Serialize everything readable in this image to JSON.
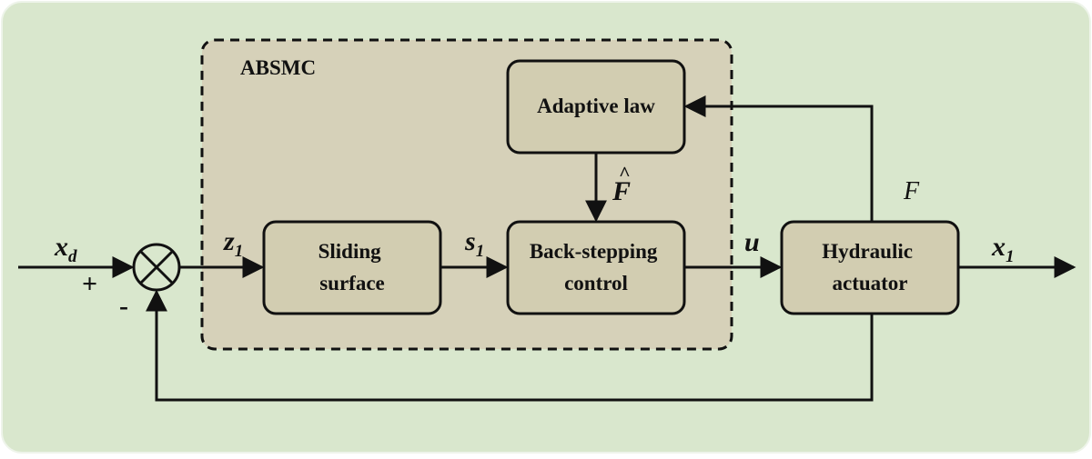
{
  "colors": {
    "background": "#d9e7cd",
    "controller_region": "#d6d1b9",
    "block_fill": "#d2cdb1",
    "stroke": "#111111"
  },
  "controller": {
    "title": "ABSMC"
  },
  "blocks": {
    "adaptive_law": [
      "Adaptive law"
    ],
    "sliding_surface": [
      "Sliding",
      "surface"
    ],
    "backstepping": [
      "Back-stepping",
      "control"
    ],
    "hydraulic": [
      "Hydraulic",
      "actuator"
    ]
  },
  "signals": {
    "reference": {
      "base": "x",
      "sub": "d"
    },
    "error": {
      "base": "z",
      "sub": "1"
    },
    "sliding": {
      "base": "s",
      "sub": "1"
    },
    "control": {
      "base": "u"
    },
    "force_estimate": {
      "base": "F",
      "accent": "^"
    },
    "force": {
      "base": "F"
    },
    "output": {
      "base": "x",
      "sub": "1"
    }
  },
  "summing_junction": {
    "plus": "+",
    "minus": "-"
  }
}
